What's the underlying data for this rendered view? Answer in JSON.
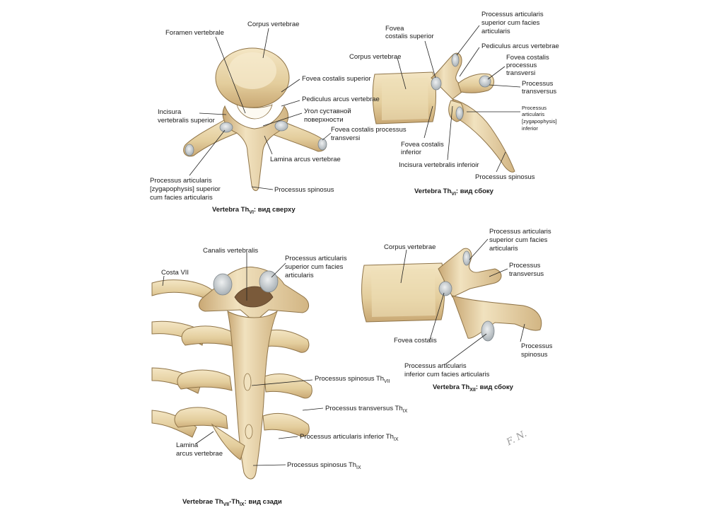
{
  "colors": {
    "bone": "#ead8b0",
    "bone_shadow": "#b89a6a",
    "facet": "#c9cfd3",
    "leader": "#222222"
  },
  "panel1": {
    "caption_main": "Vertebra Th",
    "caption_sub": "VI",
    "caption_rest": ": вид сверху",
    "labels": {
      "foramen_vertebrale": "Foramen vertebrale",
      "corpus_vertebrae": "Corpus vertebrae",
      "fovea_costalis_superior": "Fovea costalis superior",
      "pediculus": "Pediculus arcus vertebrae",
      "incisura_1": "Incisura",
      "incisura_2": "vertebralis superior",
      "ugol_1": "Угол суставной",
      "ugol_2": "поверхности",
      "fovea_proc_1": "Fovea costalis processus",
      "fovea_proc_2": "transversi",
      "lamina": "Lamina arcus vertebrae",
      "proc_art_1": "Processus articularis",
      "proc_art_2": "[zygapophysis] superior",
      "proc_art_3": "cum facies articularis",
      "proc_spinosus": "Processus spinosus"
    }
  },
  "panel2": {
    "caption_main": "Vertebra Th",
    "caption_sub": "VI",
    "caption_rest": ": вид сбоку",
    "labels": {
      "fovea_sup_1": "Fovea",
      "fovea_sup_2": "costalis superior",
      "proc_art_sup_1": "Processus articularis",
      "proc_art_sup_2": "superior cum facies",
      "proc_art_sup_3": "articularis",
      "pediculus": "Pediculus arcus vertebrae",
      "corpus": "Corpus vertebrae",
      "fovea_proc_1": "Fovea costalis",
      "fovea_proc_2": "processus",
      "fovea_proc_3": "transversi",
      "proc_trans_1": "Processus",
      "proc_trans_2": "transversus",
      "proc_art_inf_1": "Processus",
      "proc_art_inf_2": "articularis",
      "proc_art_inf_3": "[zygapophysis]",
      "proc_art_inf_4": "inferior",
      "fovea_inf_1": "Fovea costalis",
      "fovea_inf_2": "inferior",
      "incisura_inf": "Incisura vertebralis inferioir",
      "proc_spinosus": "Processus spinosus"
    }
  },
  "panel3": {
    "caption_main": "Vertebrae Th",
    "caption_sub1": "VII",
    "caption_mid": "-Th",
    "caption_sub2": "IX",
    "caption_rest": ": вид сзади",
    "labels": {
      "canalis": "Canalis vertebralis",
      "costa": "Costa VII",
      "proc_art_sup_1": "Processus articularis",
      "proc_art_sup_2": "superior cum facies",
      "proc_art_sup_3": "articularis",
      "spin_vii_main": "Processus spinosus Th",
      "spin_vii_sub": "VII",
      "trans_ix_main": "Processus transversus Th",
      "trans_ix_sub": "IX",
      "art_inf_ix_main": "Processus articularis inferior Th",
      "art_inf_ix_sub": "IX",
      "lamina_1": "Lamina",
      "lamina_2": "arcus vertebrae",
      "spin_ix_main": "Processus spinosus Th",
      "spin_ix_sub": "IX"
    }
  },
  "panel4": {
    "caption_main": "Vertebra Th",
    "caption_sub": "XII",
    "caption_rest": ": вид сбоку",
    "labels": {
      "corpus": "Corpus vertebrae",
      "proc_art_sup_1": "Processus articularis",
      "proc_art_sup_2": "superior cum facies",
      "proc_art_sup_3": "articularis",
      "proc_trans_1": "Processus",
      "proc_trans_2": "transversus",
      "fovea": "Fovea costalis",
      "proc_spin_1": "Processus",
      "proc_spin_2": "spinosus",
      "proc_art_inf_1": "Processus articularis",
      "proc_art_inf_2": "inferior cum facies articularis"
    }
  }
}
